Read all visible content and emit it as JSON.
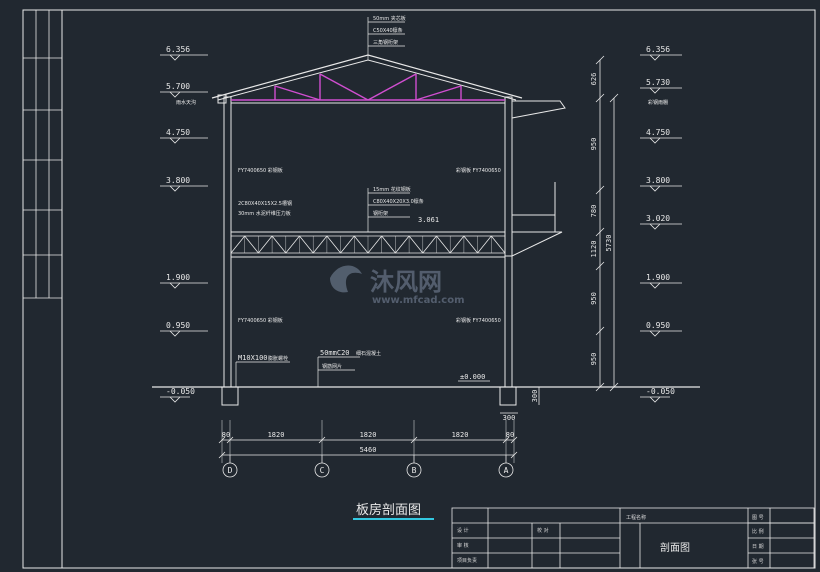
{
  "levels_left": [
    "6.356",
    "5.700",
    "4.750",
    "3.800",
    "1.900",
    "0.950",
    "-0.050"
  ],
  "levels_right": [
    "6.356",
    "5.730",
    "4.750",
    "3.800",
    "3.020",
    "1.900",
    "0.950",
    "-0.050"
  ],
  "level_zero": "±0.000",
  "roof_notes": [
    "50mm 夹芯板",
    "C50X40檩条",
    "三角钢桁架"
  ],
  "mid_notes": [
    "15mm 花纹钢板",
    "C80X40X20X3.0檩条",
    "钢桁架"
  ],
  "mid_level": "3.061",
  "wall_notes": {
    "left_upper": "FY7400650 彩钢板",
    "right_upper": "彩钢板 FY7400650",
    "left_lower": "FY7400650 彩钢板",
    "right_lower": "彩钢板 FY7400650",
    "joist": "2C80X40X15X2.5槽钢",
    "floor_board": "30mm 水泥纤维压力板",
    "eave_left": "雨水天沟",
    "eave_right": "彩钢雨棚"
  },
  "beam_note": "M10X100",
  "beam_sub": "膨胀螺栓",
  "slab_note": "50mmC20",
  "slab_sub": "细石混凝土",
  "slab_sub2": "钢筋网片",
  "right_dims": [
    "626",
    "950",
    "780",
    "1120",
    "950",
    "950"
  ],
  "total_height": "5730",
  "foot_dims": [
    "300",
    "300"
  ],
  "bottom_dims": [
    "80",
    "1820",
    "1820",
    "1820",
    "80"
  ],
  "total_width": "5460",
  "axes": [
    "D",
    "C",
    "B",
    "A"
  ],
  "title": "板房剖面图",
  "watermark": {
    "brand": "沐风网",
    "url": "www.mfcad.com"
  },
  "title_block": {
    "drawing_name": "剖面图",
    "project": "工程名称",
    "cells_left": [
      "设 计",
      "审 核",
      "项目负责",
      "校 对"
    ],
    "cells_right": [
      "图 号",
      "比 例",
      "日 期",
      "张 号"
    ]
  },
  "colors": {
    "bg": "#212830",
    "line": "#e8e8e8",
    "truss": "#d04ed0",
    "cyan": "#33c8e0"
  }
}
